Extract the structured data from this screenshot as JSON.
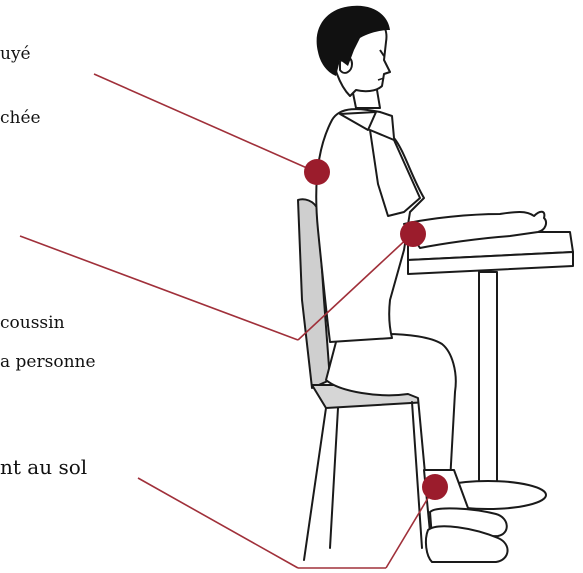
{
  "labels": [
    {
      "text": "uyé"
    },
    {
      "text": "chée"
    },
    {
      "text": "coussin"
    },
    {
      "text": "a personne"
    },
    {
      "text": "nt au sol"
    }
  ],
  "colors": {
    "marker": "#9b1c2c",
    "leader_line": "#a0303a",
    "outline": "#1a1a1a",
    "hair": "#111111",
    "chair": "#cfcfcf"
  }
}
